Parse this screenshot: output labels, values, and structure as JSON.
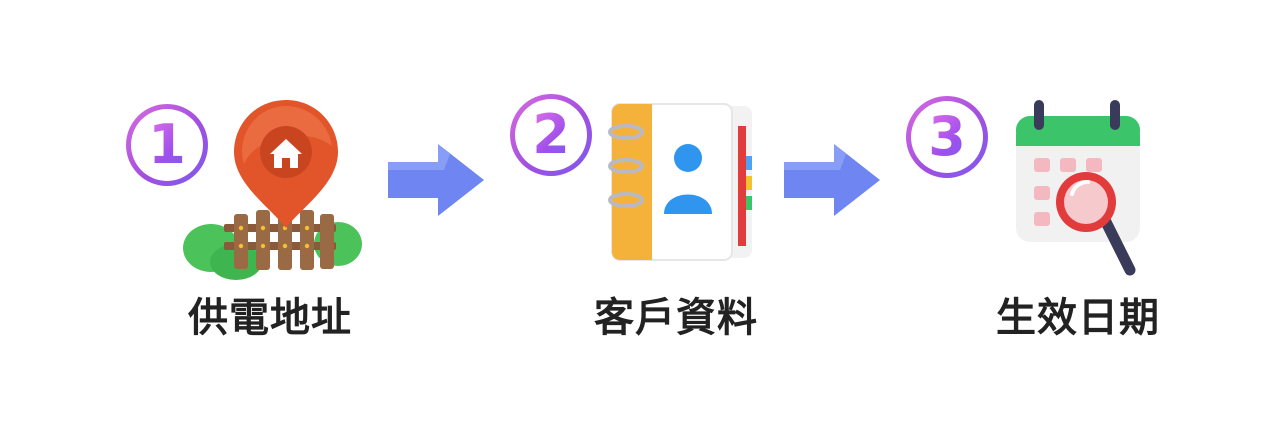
{
  "steps": [
    {
      "number": "1",
      "label": "供電地址",
      "icon": "map-pin-house-fence-icon"
    },
    {
      "number": "2",
      "label": "客戶資料",
      "icon": "contact-book-icon"
    },
    {
      "number": "3",
      "label": "生效日期",
      "icon": "calendar-magnifier-icon"
    }
  ],
  "colors": {
    "badge_gradient_start": "#d96be0",
    "badge_gradient_end": "#7b5cf0",
    "arrow": "#6f86f2",
    "pin": "#e2552a",
    "calendar_green": "#3cc46a",
    "label_text": "#222222"
  }
}
